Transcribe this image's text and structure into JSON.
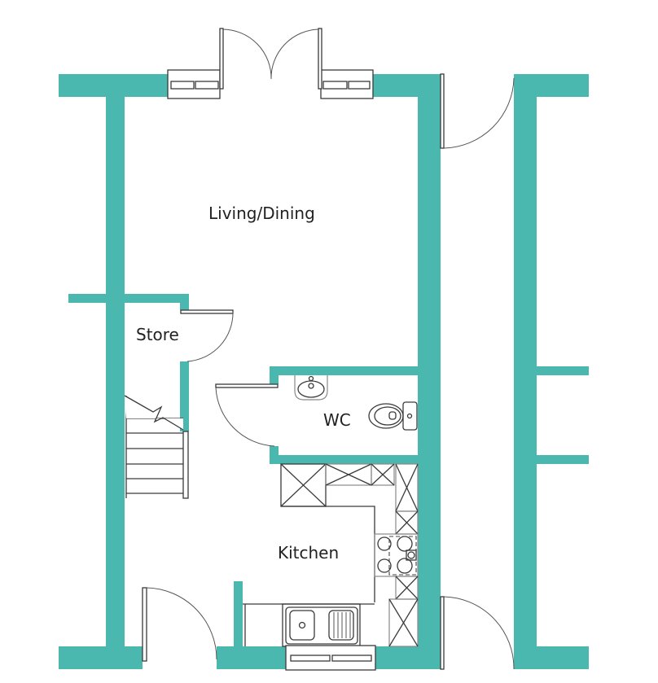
{
  "plan": {
    "wall_color": "#4bb8b0",
    "rooms": {
      "living_dining": "Living/Dining",
      "store": "Store",
      "wc": "WC",
      "kitchen": "Kitchen"
    }
  }
}
